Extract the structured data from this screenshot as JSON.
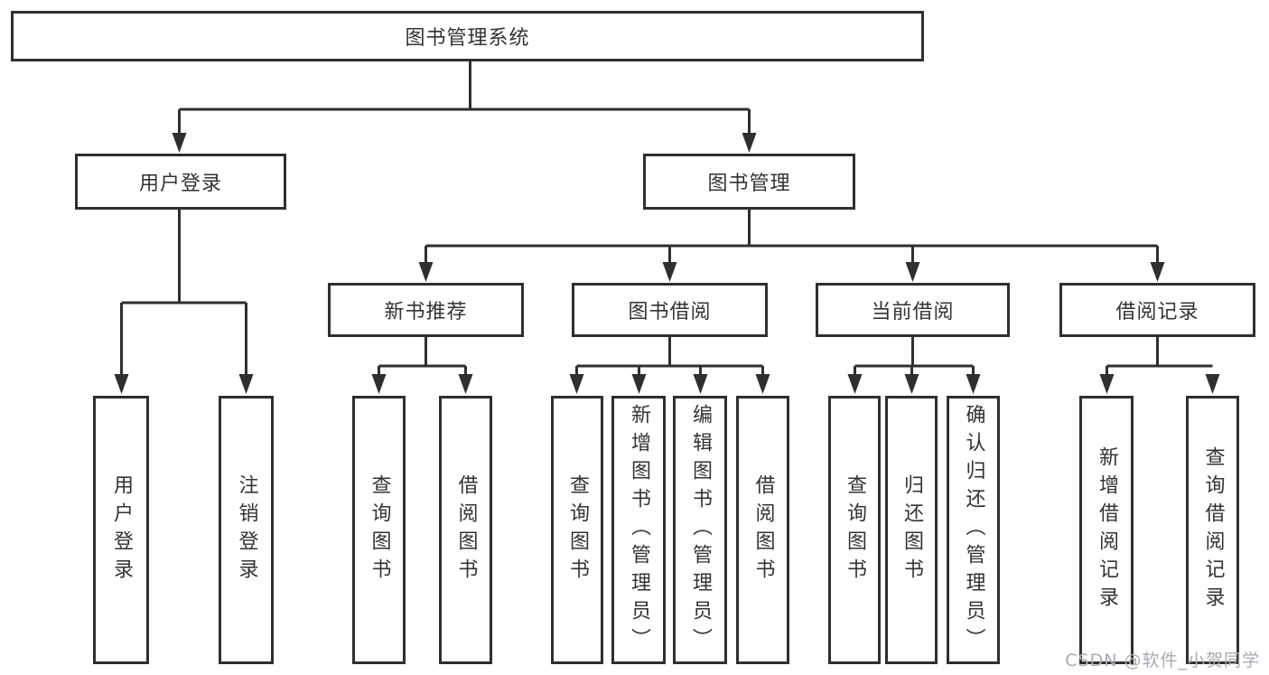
{
  "diagram": {
    "root": {
      "label": "图书管理系统"
    },
    "level2": [
      {
        "label": "用户登录"
      },
      {
        "label": "图书管理"
      }
    ],
    "categories": [
      {
        "label": "新书推荐"
      },
      {
        "label": "图书借阅"
      },
      {
        "label": "当前借阅"
      },
      {
        "label": "借阅记录"
      }
    ],
    "leaves": {
      "user_login": [
        {
          "label": "用户登录"
        },
        {
          "label": "注销登录"
        }
      ],
      "new_books": [
        {
          "label": "查询图书"
        },
        {
          "label": "借阅图书"
        }
      ],
      "book_borrow": [
        {
          "label": "查询图书"
        },
        {
          "label": "新增图书（管理员）"
        },
        {
          "label": "编辑图书（管理员）"
        },
        {
          "label": "借阅图书"
        }
      ],
      "current_borrow": [
        {
          "label": "查询图书"
        },
        {
          "label": "归还图书"
        },
        {
          "label": "确认归还（管理员）"
        }
      ],
      "borrow_records": [
        {
          "label": "新增借阅记录"
        },
        {
          "label": "查询借阅记录"
        }
      ]
    },
    "colors": {
      "line": "#2f2f2f",
      "text": "#333333",
      "watermark": "#a9a9b0"
    }
  },
  "watermark": {
    "text": "CSDN @软件_小贺同学"
  }
}
